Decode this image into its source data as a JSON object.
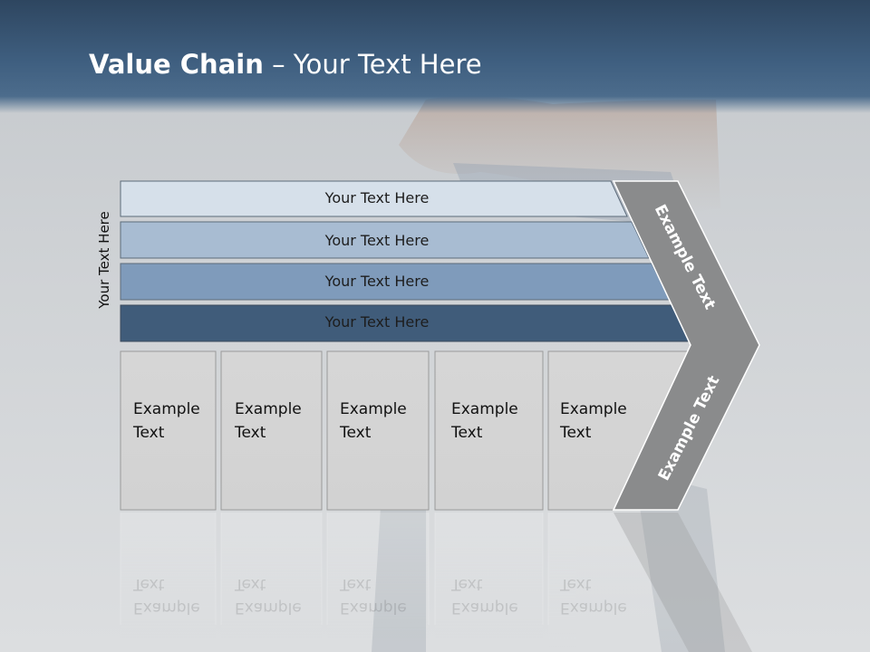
{
  "title": {
    "bold": "Value Chain",
    "rest": " – Your Text Here"
  },
  "side_label": "Your Text Here",
  "bands": [
    {
      "label": "Your Text Here",
      "color": "#d6e0ea"
    },
    {
      "label": "Your Text Here",
      "color": "#a8bcd2"
    },
    {
      "label": "Your Text Here",
      "color": "#7f9bbb"
    },
    {
      "label": "Your Text Here",
      "color": "#405c7a"
    }
  ],
  "boxes": [
    {
      "line1": "Example",
      "line2": "Text"
    },
    {
      "line1": "Example",
      "line2": "Text"
    },
    {
      "line1": "Example",
      "line2": "Text"
    },
    {
      "line1": "Example",
      "line2": "Text"
    },
    {
      "line1": "Example",
      "line2": "Text"
    }
  ],
  "arrow": {
    "upper_text": "Example Text",
    "lower_text": "Example Text",
    "color": "#8a8b8c"
  }
}
